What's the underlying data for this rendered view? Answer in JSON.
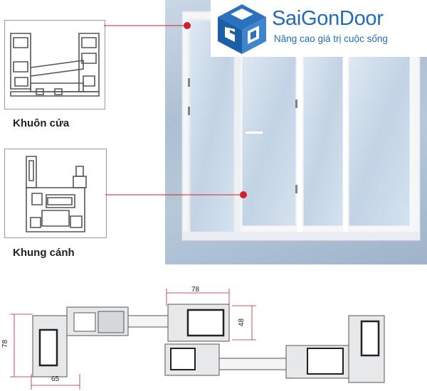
{
  "labels": {
    "door_frame": "Khuôn cửa",
    "sash_frame": "Khung cánh"
  },
  "brand": {
    "name": "SaiGonDoor",
    "tagline": "Nâng cao giá trị cuộc sống"
  },
  "dimensions": {
    "top_width": "78",
    "left_height": "78",
    "mid_height": "48",
    "bottom_width": "65"
  },
  "colors": {
    "brand_blue": "#1f6bb8",
    "callout_red": "#d0202a"
  },
  "icons": {
    "logo": "sgd-cube-logo"
  }
}
